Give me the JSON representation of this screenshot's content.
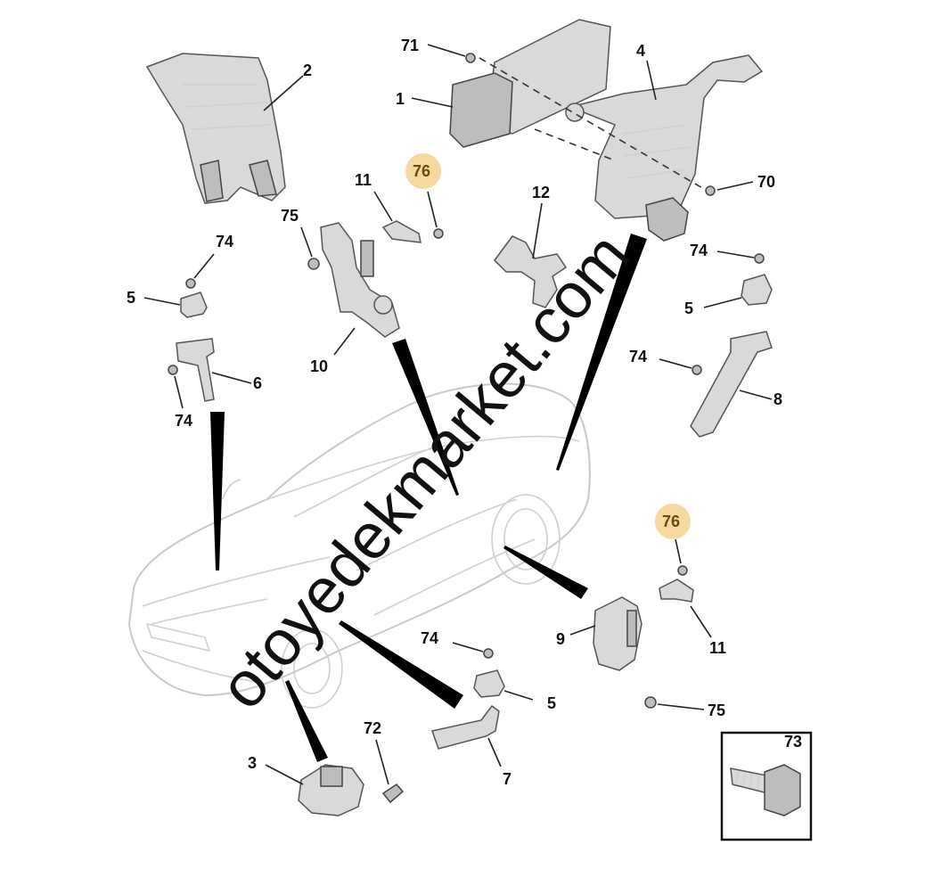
{
  "watermark": "otoyedekmarket.com",
  "callouts": {
    "c1": "1",
    "c2": "2",
    "c3": "3",
    "c4": "4",
    "c5a": "5",
    "c5b": "5",
    "c5c": "5",
    "c6": "6",
    "c7": "7",
    "c8": "8",
    "c9": "9",
    "c10": "10",
    "c11a": "11",
    "c11b": "11",
    "c12": "12",
    "c70": "70",
    "c71": "71",
    "c72": "72",
    "c73": "73",
    "c74a": "74",
    "c74b": "74",
    "c74c": "74",
    "c74d": "74",
    "c74e": "74",
    "c75a": "75",
    "c75b": "75",
    "c76a": "76",
    "c76b": "76"
  },
  "colors": {
    "highlight_badge": "#f5d9a0",
    "highlight_text": "#6b4a12",
    "pointer": "#000000",
    "line_art": "#555555"
  },
  "inset": {
    "icon": "bolt-icon",
    "label_ref": "73"
  }
}
